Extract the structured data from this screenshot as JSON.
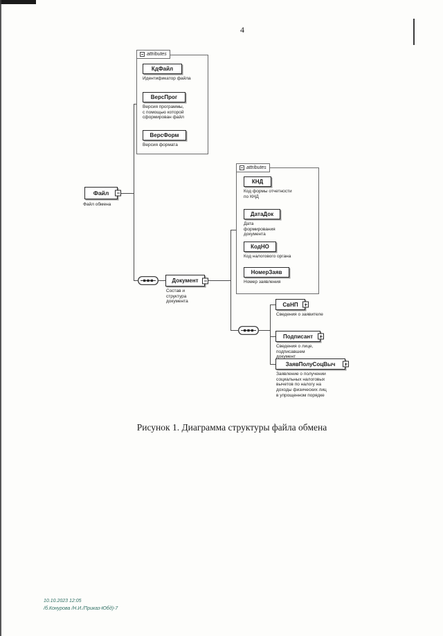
{
  "page": {
    "number": "4",
    "figure_caption": "Рисунок 1. Диаграмма структуры файла обмена",
    "footer": {
      "line1": "10.10.2023 12:05",
      "line2": "/б.Конурова /Н.И./Приказ-Юбд)-7",
      "color": "#2e6f63"
    }
  },
  "diagram": {
    "root": {
      "label": "Файл",
      "caption": "Файл обмена"
    },
    "attributes_group_file": {
      "tab_label": "attributes",
      "items": [
        {
          "name": "КдФайл",
          "caption": "Идентификатор файла"
        },
        {
          "name": "ВерсПрог",
          "caption": "Версия программы, с помощью которой сформирован файл"
        },
        {
          "name": "ВерсФорм",
          "caption": "Версия формата"
        }
      ]
    },
    "document_node": {
      "label": "Документ",
      "caption": "Состав и структура документа"
    },
    "attributes_group_document": {
      "tab_label": "attributes",
      "items": [
        {
          "name": "КНД",
          "caption": "Код формы отчетности по КНД"
        },
        {
          "name": "ДатаДок",
          "caption": "Дата формирования документа"
        },
        {
          "name": "КодНО",
          "caption": "Код налогового органа"
        },
        {
          "name": "НомерЗаяв",
          "caption": "Номер заявления"
        }
      ]
    },
    "document_children": [
      {
        "name": "СвНП",
        "caption": "Сведения о заявителе"
      },
      {
        "name": "Подписант",
        "caption": "Сведения о лице, подписавшем документ"
      },
      {
        "name": "ЗаявПолуСоцВыч",
        "caption": "Заявление о получении социальных налоговых вычетов по налогу на доходы физических лиц в упрощенном порядке"
      }
    ]
  }
}
